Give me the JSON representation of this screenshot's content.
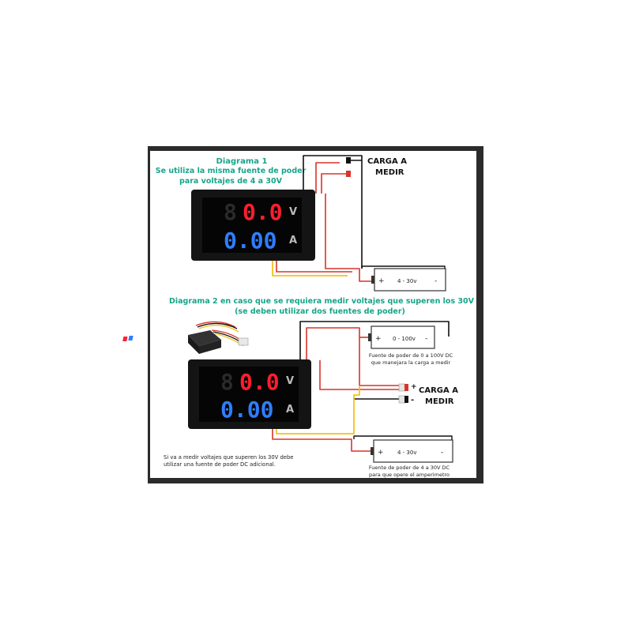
{
  "diagram1": {
    "title_line1": "Diagrama 1",
    "title_line2": "Se utiliza la misma fuente de poder",
    "title_line3": "para voltajes de 4 a 30V",
    "meter": {
      "volt_reading": "0.0",
      "amp_reading": "0.00",
      "volt_unit": "V",
      "amp_unit": "A"
    },
    "load_label_line1": "CARGA A",
    "load_label_line2": "MEDIR",
    "battery_label": "4 - 30v"
  },
  "diagram2": {
    "title_line1": "Diagrama 2 en caso que se requiera medir voltajes que superen los 30V",
    "title_line2": "(se deben utilizar dos fuentes de poder)",
    "meter": {
      "volt_reading": "0.0",
      "amp_reading": "0.00",
      "volt_unit": "V",
      "amp_unit": "A"
    },
    "battery_top_label": "0 - 100v",
    "battery_top_caption_line1": "Fuente de poder de 0 a 100V DC",
    "battery_top_caption_line2": "que manejara la carga a medir",
    "load_label_line1": "CARGA A",
    "load_label_line2": "MEDIR",
    "battery_bottom_label": "4 - 30v",
    "battery_bottom_caption_line1": "Fuente de poder de 4 a 30V DC",
    "battery_bottom_caption_line2": "para que opere el amperimetro",
    "note_line1": "Si va a medir voltajes que superen los 30V debe",
    "note_line2": "utilizar una fuente de poder DC adicional."
  },
  "symbols": {
    "plus": "+",
    "minus": "-"
  },
  "colors": {
    "title_green": "#17a589",
    "volt_red": "#ff1e2d",
    "amp_blue": "#2f7dff",
    "wire_red": "#d9342b",
    "wire_yellow": "#f2c21b",
    "wire_black": "#111111"
  }
}
